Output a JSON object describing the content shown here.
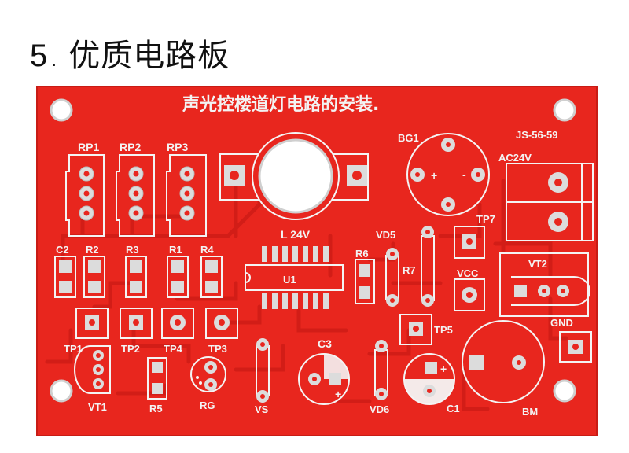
{
  "heading": {
    "number": "5",
    "dot": ".",
    "title": "优质电路板"
  },
  "board": {
    "title": "声光控楼道灯电路的安装.",
    "colors": {
      "board": "#e8261e",
      "silk": "#f4f4f4",
      "pad": "#dcdcdc",
      "background": "#ffffff"
    },
    "labels": {
      "rp1": "RP1",
      "rp2": "RP2",
      "rp3": "RP3",
      "c2": "C2",
      "r2": "R2",
      "r3": "R3",
      "r1": "R1",
      "r4": "R4",
      "tp1": "TP1",
      "tp2": "TP2",
      "tp4": "TP4",
      "tp3": "TP3",
      "vt1": "VT1",
      "r5": "R5",
      "rg": "RG",
      "vs": "VS",
      "l24v": "L 24V",
      "u1": "U1",
      "r6": "R6",
      "vd5": "VD5",
      "r7": "R7",
      "c3": "C3",
      "vd6": "VD6",
      "c1": "C1",
      "bm": "BM",
      "bg1": "BG1",
      "js": "JS-56-59",
      "ac24v": "AC24V",
      "tp7": "TP7",
      "vcc": "VCC",
      "vt2": "VT2",
      "tp5": "TP5",
      "gnd": "GND",
      "plus": "+",
      "minus": "-"
    }
  }
}
